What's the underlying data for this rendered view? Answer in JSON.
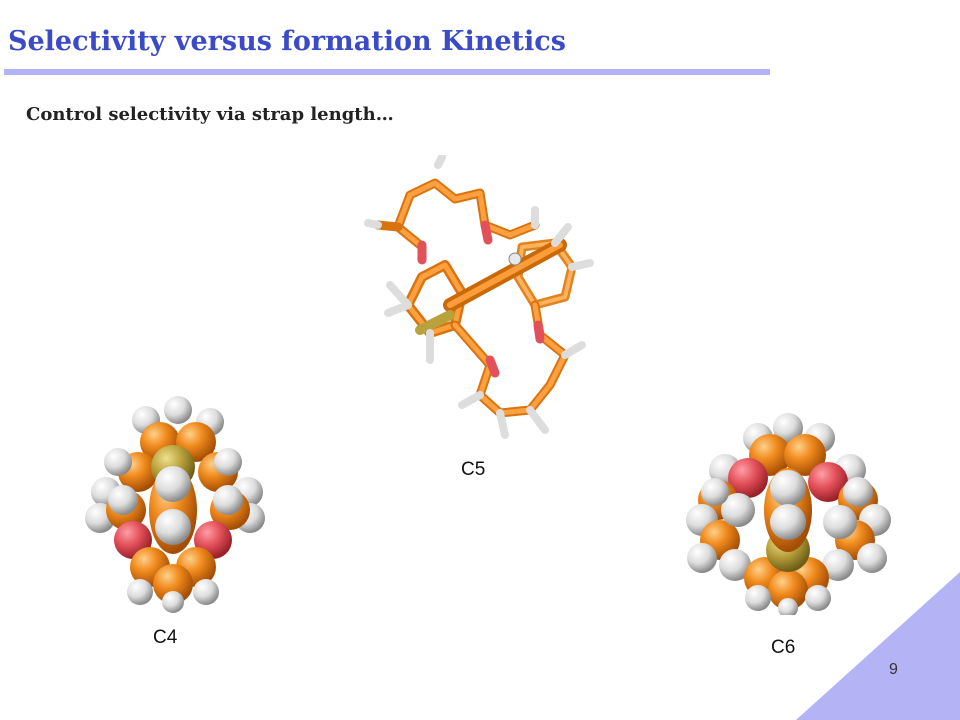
{
  "slide": {
    "title": "Selectivity versus formation Kinetics",
    "subtitle": "Control selectivity via strap length…",
    "page_number": "9"
  },
  "molecules": [
    {
      "label": "C5",
      "style": "stick model"
    },
    {
      "label": "C4",
      "style": "space-filling model"
    },
    {
      "label": "C6",
      "style": "space-filling model"
    }
  ],
  "colors": {
    "title": "#3b4bc8",
    "title_rule": "#b3b3f5",
    "corner_triangle": "#b3b3f5",
    "carbon": "#f08a1c",
    "oxygen": "#e2505a",
    "hydrogen": "#e6e6e6",
    "sulfur": "#b9a23c"
  }
}
